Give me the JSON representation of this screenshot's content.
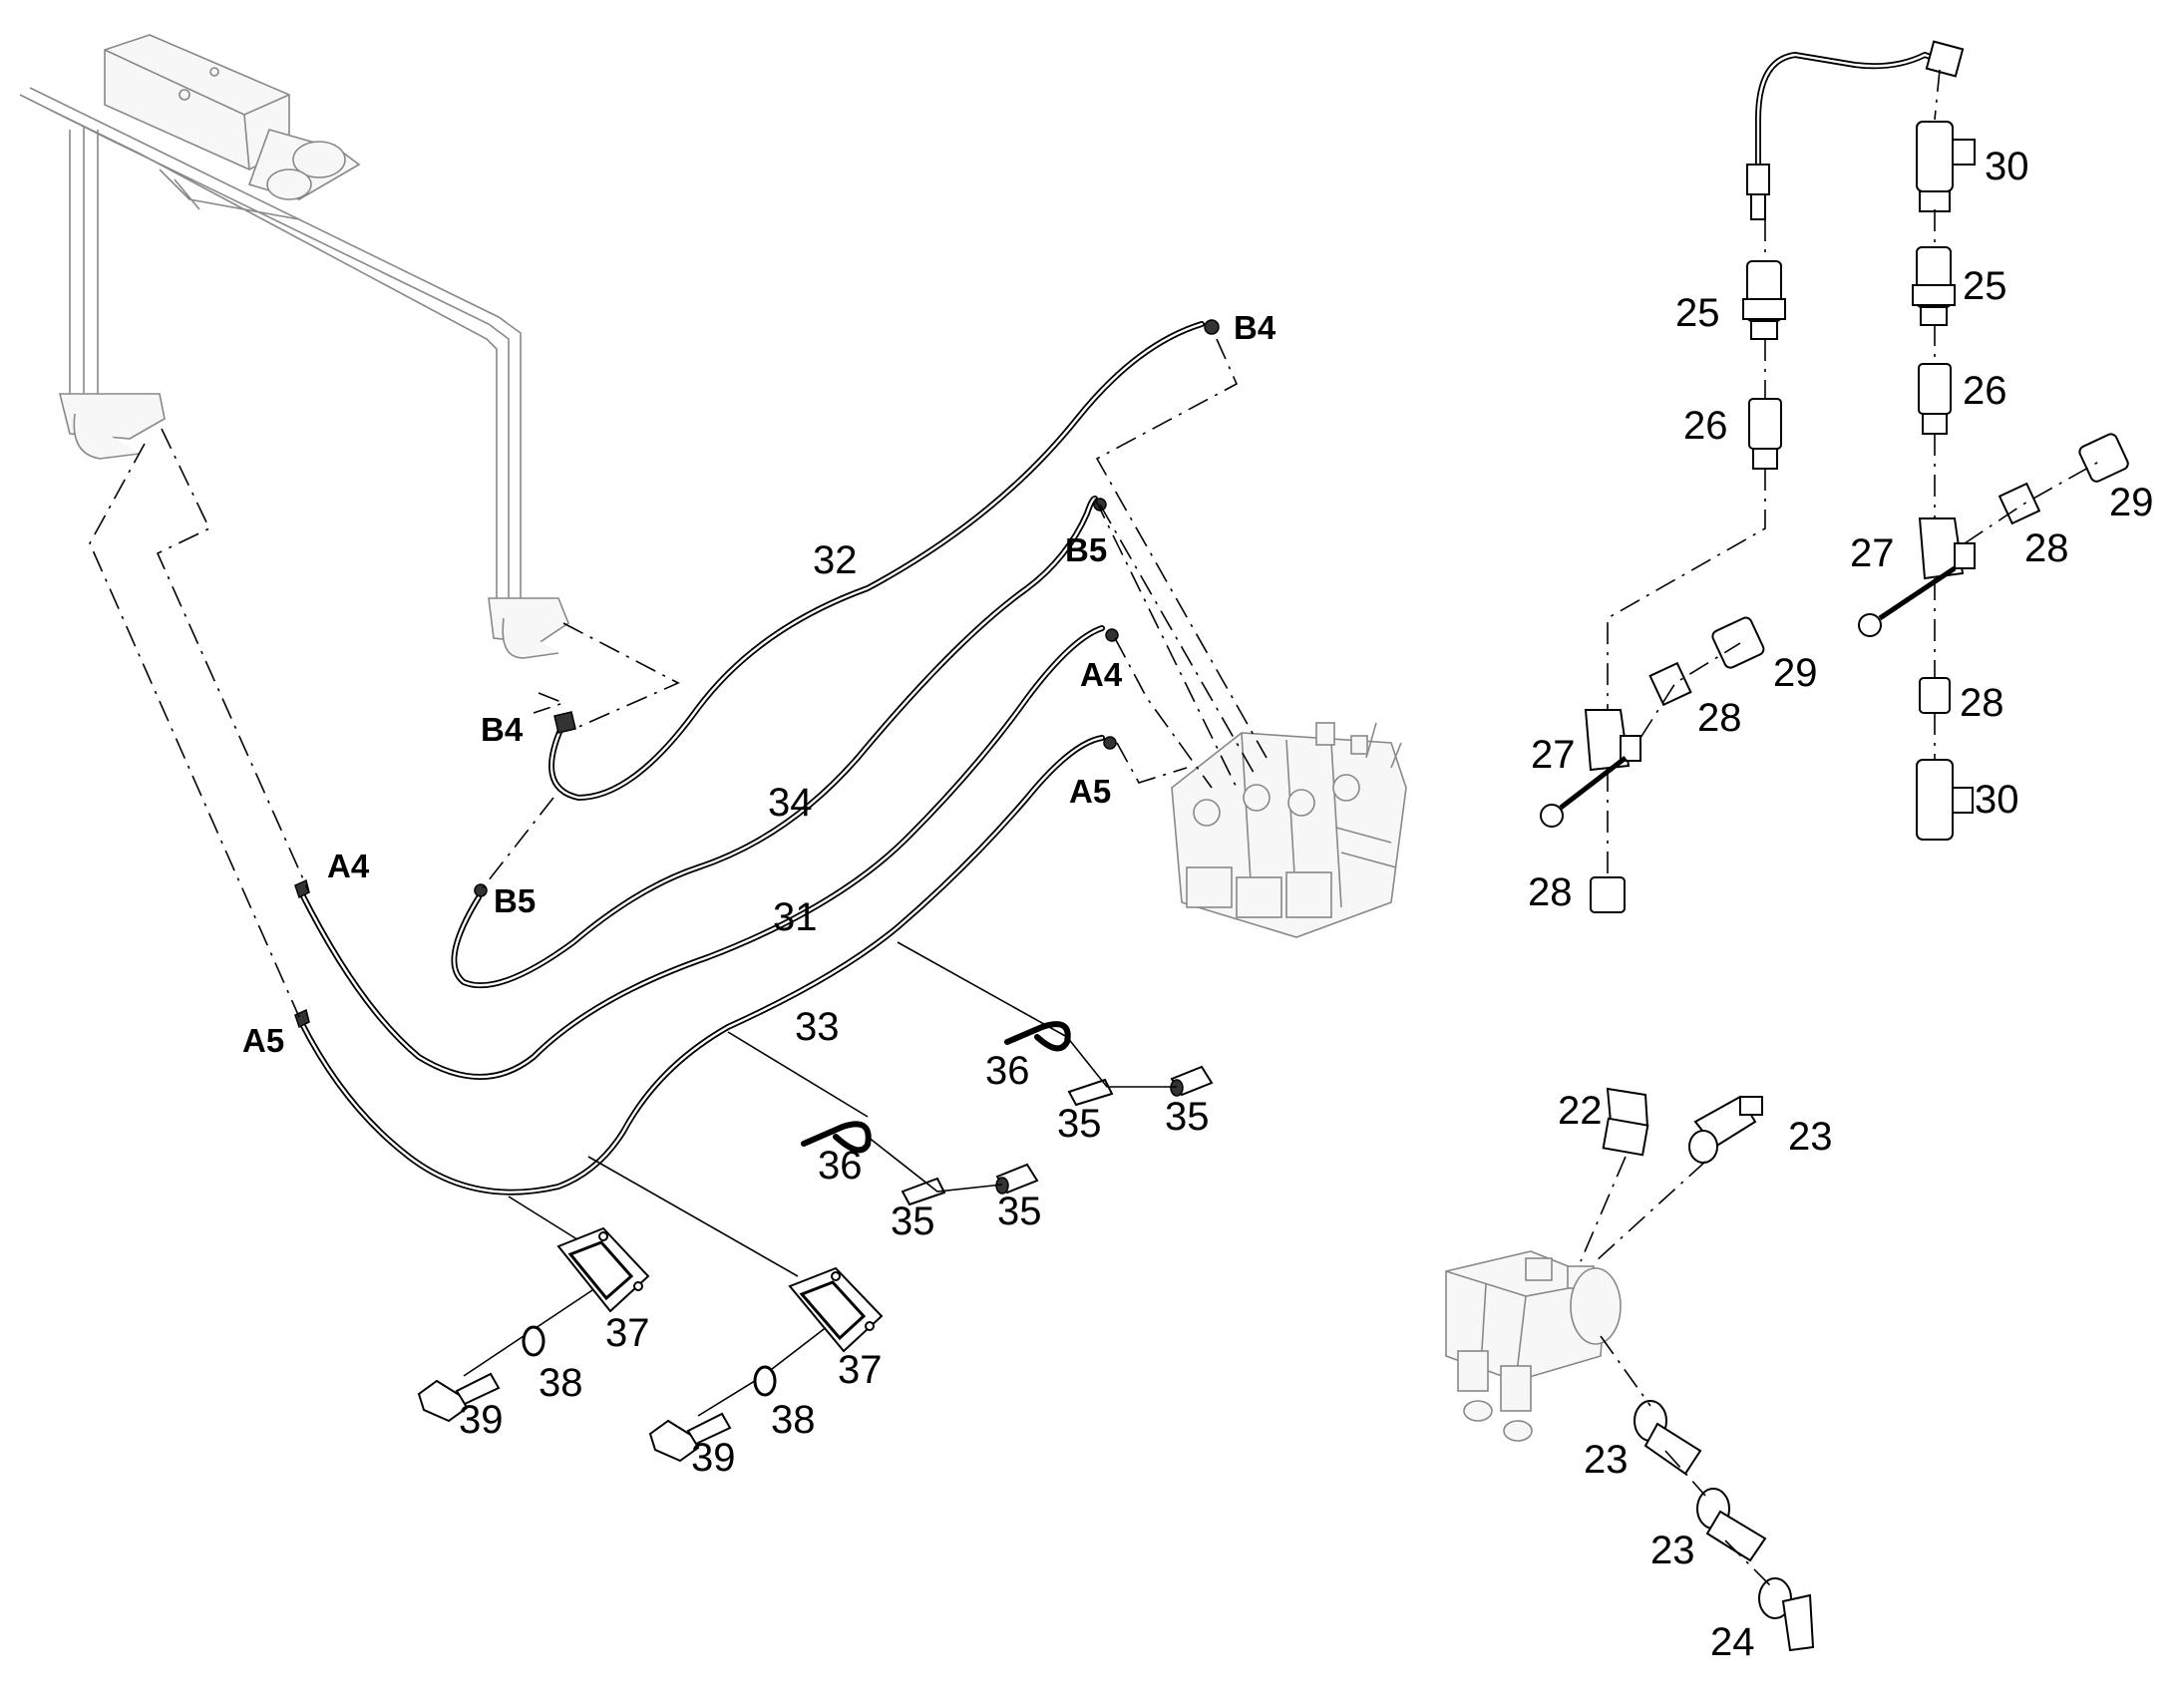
{
  "callouts": {
    "c22": "22",
    "c23a": "23",
    "c23b": "23",
    "c23c": "23",
    "c24": "24",
    "c25a": "25",
    "c25b": "25",
    "c26a": "26",
    "c26b": "26",
    "c27a": "27",
    "c27b": "27",
    "c28a": "28",
    "c28b": "28",
    "c28c": "28",
    "c28d": "28",
    "c29a": "29",
    "c29b": "29",
    "c30a": "30",
    "c30b": "30",
    "c31": "31",
    "c32": "32",
    "c33": "33",
    "c34": "34",
    "c35a": "35",
    "c35b": "35",
    "c35c": "35",
    "c35d": "35",
    "c36a": "36",
    "c36b": "36",
    "c37a": "37",
    "c37b": "37",
    "c38a": "38",
    "c38b": "38",
    "c39a": "39",
    "c39b": "39"
  },
  "ports": {
    "b4_top": "B4",
    "b5_top": "B5",
    "a4_top": "A4",
    "a5_top": "A5",
    "b4_left": "B4",
    "b5_left": "B5",
    "a4_left": "A4",
    "a5_left": "A5"
  }
}
